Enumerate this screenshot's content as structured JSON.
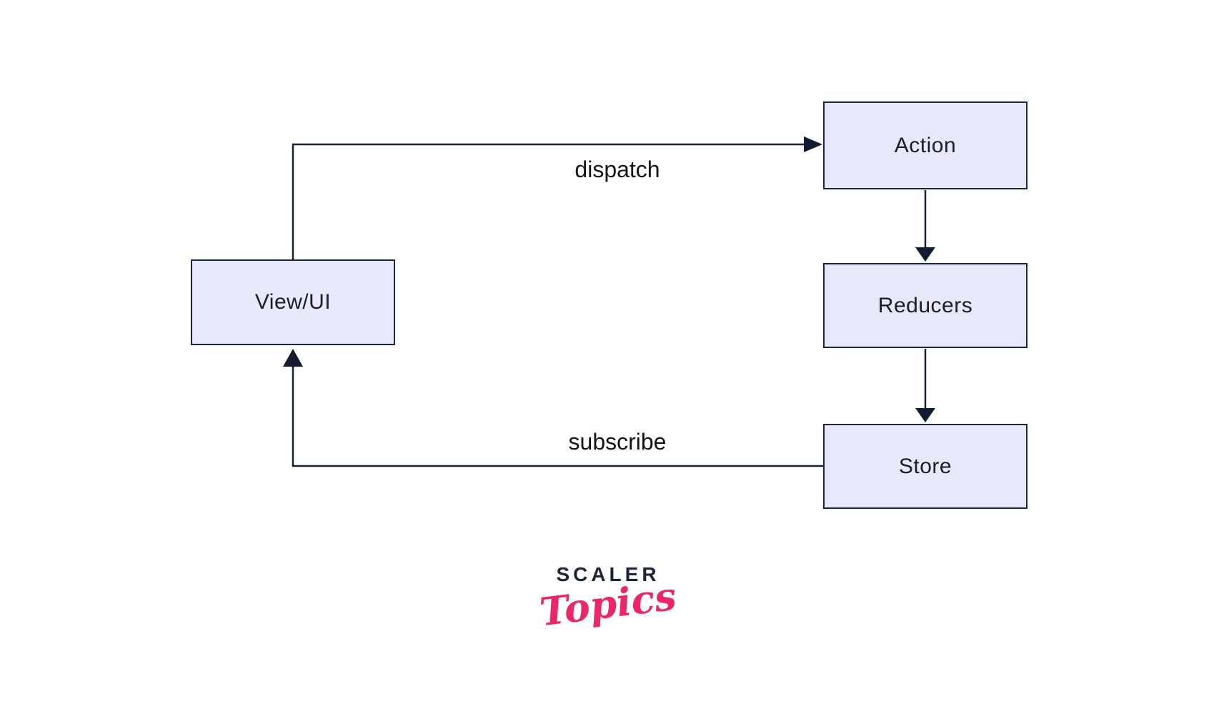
{
  "diagram": {
    "title_implicit": "Redux data flow",
    "nodes": [
      {
        "id": "view-ui",
        "label": "View/UI"
      },
      {
        "id": "action",
        "label": "Action"
      },
      {
        "id": "reducers",
        "label": "Reducers"
      },
      {
        "id": "store",
        "label": "Store"
      }
    ],
    "edges": [
      {
        "from": "view-ui",
        "to": "action",
        "label": "dispatch"
      },
      {
        "from": "action",
        "to": "reducers",
        "label": ""
      },
      {
        "from": "reducers",
        "to": "store",
        "label": ""
      },
      {
        "from": "store",
        "to": "view-ui",
        "label": "subscribe"
      }
    ]
  },
  "logo": {
    "brand": "SCALER",
    "sub": "Topics"
  },
  "colors": {
    "background": "#ffffff",
    "node_fill": "#e9e7fa",
    "node_border": "#1c2540",
    "connector": "#17213b",
    "node_text": "#1d1d29",
    "edge_label_text": "#141414",
    "logo_navy": "#1d2338",
    "logo_pink": "#ec2768"
  }
}
